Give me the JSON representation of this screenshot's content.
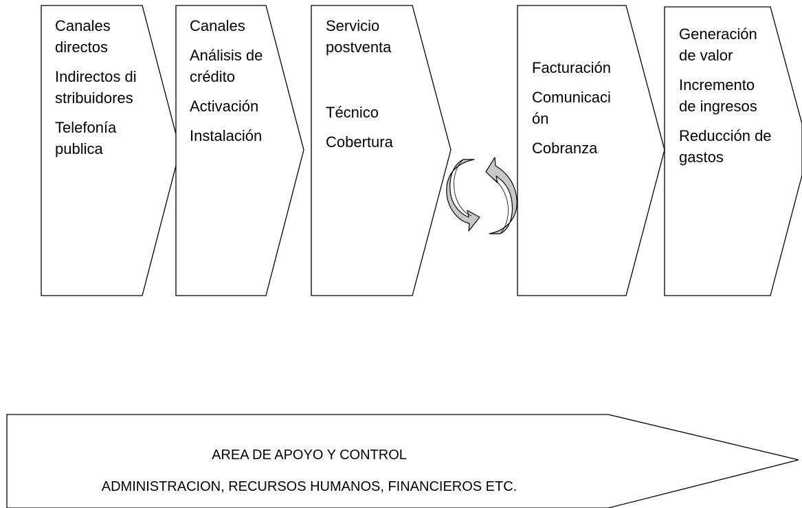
{
  "stages": [
    {
      "lines": [
        "Canales directos",
        "Indirectos distribuidores",
        "Telefonía publica"
      ]
    },
    {
      "lines": [
        "Canales",
        "Análisis de crédito",
        "Activación",
        "Instalación"
      ]
    },
    {
      "lines": [
        "Servicio postventa",
        "Técnico",
        "Cobertura"
      ]
    },
    {
      "lines": [
        "Facturación",
        "Comunicación",
        "Cobranza"
      ]
    },
    {
      "lines": [
        "Generación de valor",
        "Incremento de ingresos",
        "Reducción de gastos"
      ]
    }
  ],
  "support": {
    "title": "AREA DE APOYO Y CONTROL",
    "subtitle": "ADMINISTRACION, RECURSOS HUMANOS, FINANCIEROS ETC."
  },
  "colors": {
    "stroke": "#000000",
    "cycle_fill": "#c8c8c8",
    "background": "#ffffff"
  },
  "icons": [
    "cycle-arrows-icon"
  ]
}
